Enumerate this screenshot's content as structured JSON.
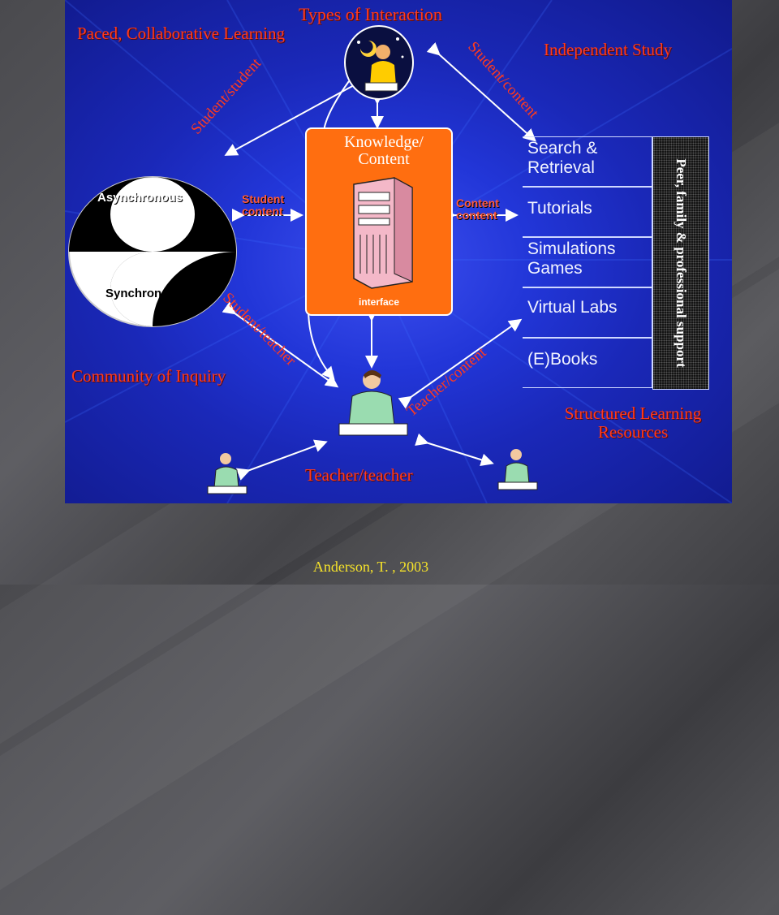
{
  "title": "Types of Interaction",
  "corner_labels": {
    "top_left": "Paced, Collaborative Learning",
    "top_right": "Independent Study",
    "bottom_left": "Community of Inquiry",
    "bottom_right": "Structured Learning Resources"
  },
  "edge_labels": {
    "student_student": "Student/student",
    "student_content_top": "Student/content",
    "student_content_mid": "Student content",
    "content_content": "Content content",
    "student_teacher": "Student/teacher",
    "teacher_content": "Teacher/content",
    "teacher_teacher": "Teacher/teacher"
  },
  "knowledge": {
    "title": "Knowledge/ Content",
    "interface_label": "interface"
  },
  "yin_yang": {
    "top_label": "Asynchronous",
    "bottom_label": "Synchronous"
  },
  "resources": {
    "items": [
      "Search & Retrieval",
      "Tutorials",
      "Simulations Games",
      "Virtual Labs",
      "(E)Books"
    ],
    "side_label": "Peer, family & professional support"
  },
  "citation": "Anderson, T. , 2003",
  "icons": [
    "student-at-night-icon",
    "server-computer-icon",
    "teacher-icon",
    "teacher-left-icon",
    "teacher-right-icon",
    "yin-yang-icon"
  ],
  "colors": {
    "panel_blue": "#2236d8",
    "label_red": "#ff3a1e",
    "knowledge_orange": "#ff6e10",
    "citation_yellow": "#f5e22a"
  }
}
